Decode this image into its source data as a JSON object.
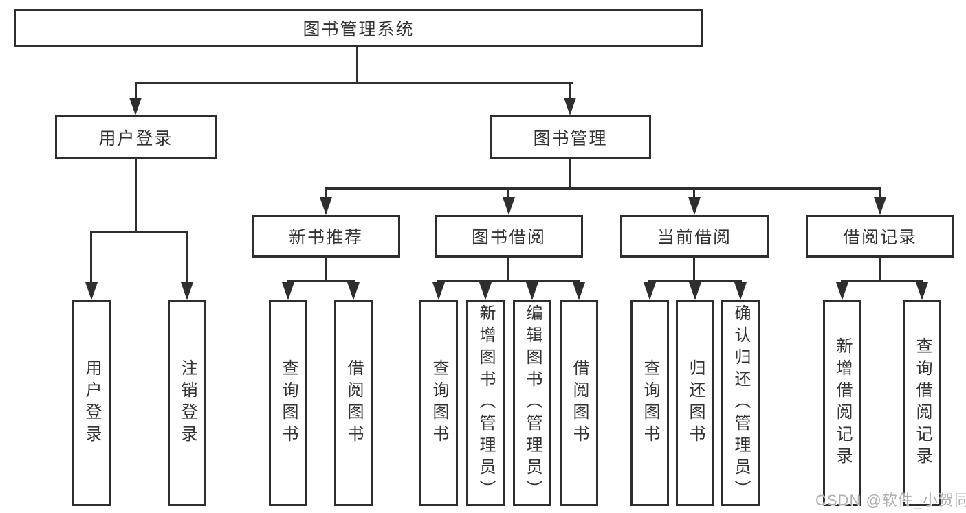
{
  "colors": {
    "line": "#2e2e2e",
    "text": "#333333",
    "watermark": "#b0b0b0",
    "background": "#ffffff"
  },
  "watermark": {
    "text": "CSDN @软件_小贺同学"
  },
  "tree": {
    "root": {
      "label": "图书管理系统"
    },
    "branches": [
      {
        "label": "用户登录",
        "children": [
          {
            "label": "用户登录"
          },
          {
            "label": "注销登录"
          }
        ]
      },
      {
        "label": "图书管理",
        "children": [
          {
            "label": "新书推荐",
            "children": [
              {
                "label": "查询图书"
              },
              {
                "label": "借阅图书"
              }
            ]
          },
          {
            "label": "图书借阅",
            "children": [
              {
                "label": "查询图书"
              },
              {
                "label": "新增图书（管理员）"
              },
              {
                "label": "编辑图书（管理员）"
              },
              {
                "label": "借阅图书"
              }
            ]
          },
          {
            "label": "当前借阅",
            "children": [
              {
                "label": "查询图书"
              },
              {
                "label": "归还图书"
              },
              {
                "label": "确认归还（管理员）"
              }
            ]
          },
          {
            "label": "借阅记录",
            "children": [
              {
                "label": "新增借阅记录"
              },
              {
                "label": "查询借阅记录"
              }
            ]
          }
        ]
      }
    ]
  }
}
